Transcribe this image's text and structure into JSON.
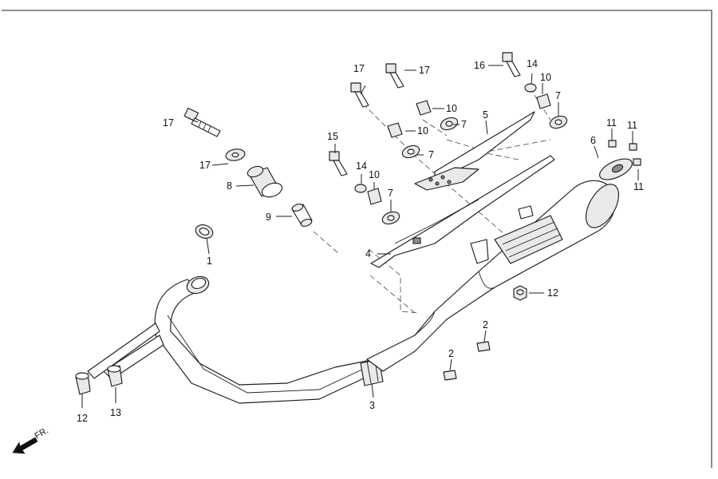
{
  "diagram": {
    "direction_label": "FR.",
    "callouts": [
      {
        "id": "c1",
        "text": "1"
      },
      {
        "id": "c2a",
        "text": "2"
      },
      {
        "id": "c2b",
        "text": "2"
      },
      {
        "id": "c3",
        "text": "3"
      },
      {
        "id": "c4",
        "text": "4"
      },
      {
        "id": "c5",
        "text": "5"
      },
      {
        "id": "c6",
        "text": "6"
      },
      {
        "id": "c7a",
        "text": "7"
      },
      {
        "id": "c7b",
        "text": "7"
      },
      {
        "id": "c7c",
        "text": "7"
      },
      {
        "id": "c7d",
        "text": "7"
      },
      {
        "id": "c8",
        "text": "8"
      },
      {
        "id": "c9",
        "text": "9"
      },
      {
        "id": "c10a",
        "text": "10"
      },
      {
        "id": "c10b",
        "text": "10"
      },
      {
        "id": "c10c",
        "text": "10"
      },
      {
        "id": "c10d",
        "text": "10"
      },
      {
        "id": "c11a",
        "text": "11"
      },
      {
        "id": "c11b",
        "text": "11"
      },
      {
        "id": "c11c",
        "text": "11"
      },
      {
        "id": "c12a",
        "text": "12"
      },
      {
        "id": "c12b",
        "text": "12"
      },
      {
        "id": "c13",
        "text": "13"
      },
      {
        "id": "c14a",
        "text": "14"
      },
      {
        "id": "c14b",
        "text": "14"
      },
      {
        "id": "c15",
        "text": "15"
      },
      {
        "id": "c16",
        "text": "16"
      },
      {
        "id": "c17a",
        "text": "17"
      },
      {
        "id": "c17b",
        "text": "17"
      },
      {
        "id": "c17c",
        "text": "17"
      },
      {
        "id": "c17d",
        "text": "17"
      }
    ]
  }
}
